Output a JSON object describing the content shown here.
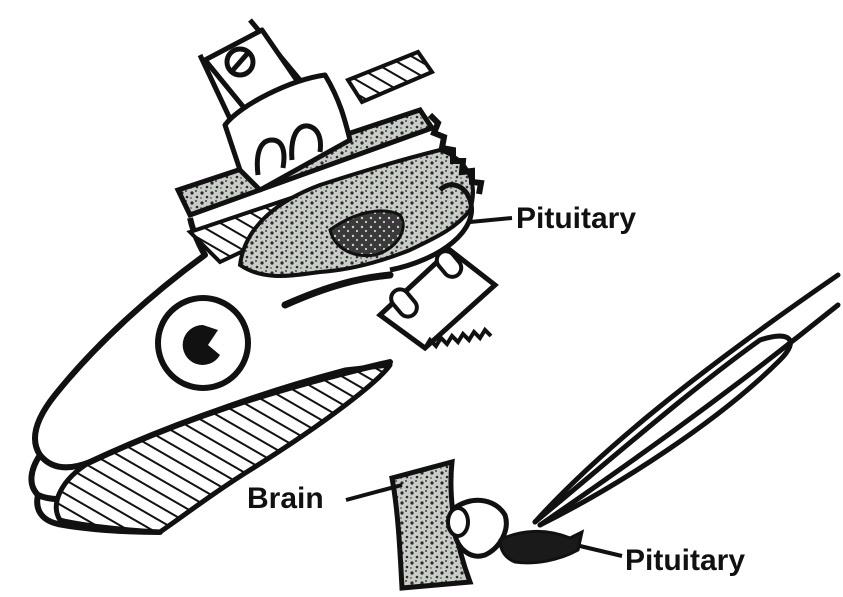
{
  "labels": {
    "pituitary_top": "Pituitary",
    "brain": "Brain",
    "pituitary_bottom": "Pituitary"
  },
  "colors": {
    "ink": "#111111",
    "paper": "#ffffff",
    "stipple": "#9aa09a"
  }
}
